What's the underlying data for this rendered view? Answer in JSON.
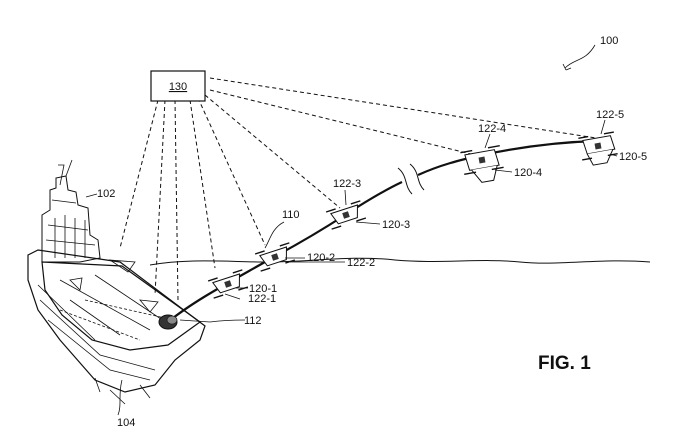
{
  "figure": {
    "title": "FIG. 1",
    "system_ref": "100",
    "controller_label": "130",
    "ship_ref": "102",
    "hull_ref": "104",
    "cable_ref": "110",
    "winch_ref": "112",
    "drones": [
      {
        "ref": "120-1",
        "tag": "122-1"
      },
      {
        "ref": "120-2",
        "tag": "122-2"
      },
      {
        "ref": "120-3",
        "tag": "122-3"
      },
      {
        "ref": "120-4",
        "tag": "122-4"
      },
      {
        "ref": "120-5",
        "tag": "122-5"
      }
    ]
  }
}
